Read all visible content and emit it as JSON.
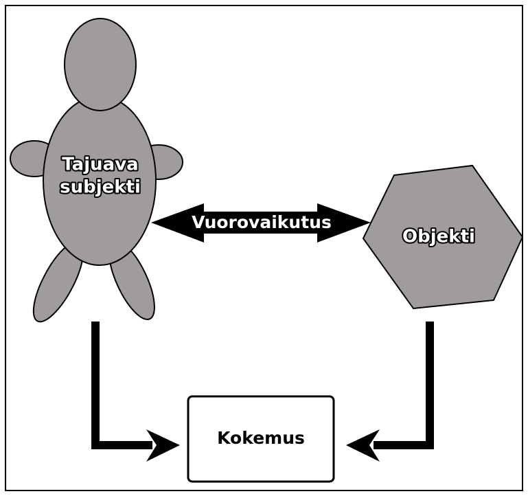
{
  "subject": {
    "line1": "Tajuava",
    "line2": "subjekti"
  },
  "interaction": {
    "label": "Vuorovaikutus"
  },
  "object": {
    "label": "Objekti"
  },
  "experience": {
    "label": "Kokemus"
  },
  "colors": {
    "shape_fill": "#a09c9c",
    "outline": "#000000",
    "background": "#ffffff",
    "label_fill": "#ffffff"
  }
}
